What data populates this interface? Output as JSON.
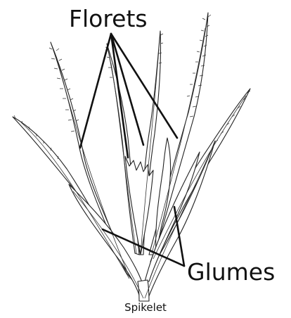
{
  "labels": {
    "florets": "Florets",
    "glumes": "Glumes"
  },
  "caption": "Spikelet",
  "colors": {
    "ink": "#111111",
    "background": "#ffffff"
  }
}
